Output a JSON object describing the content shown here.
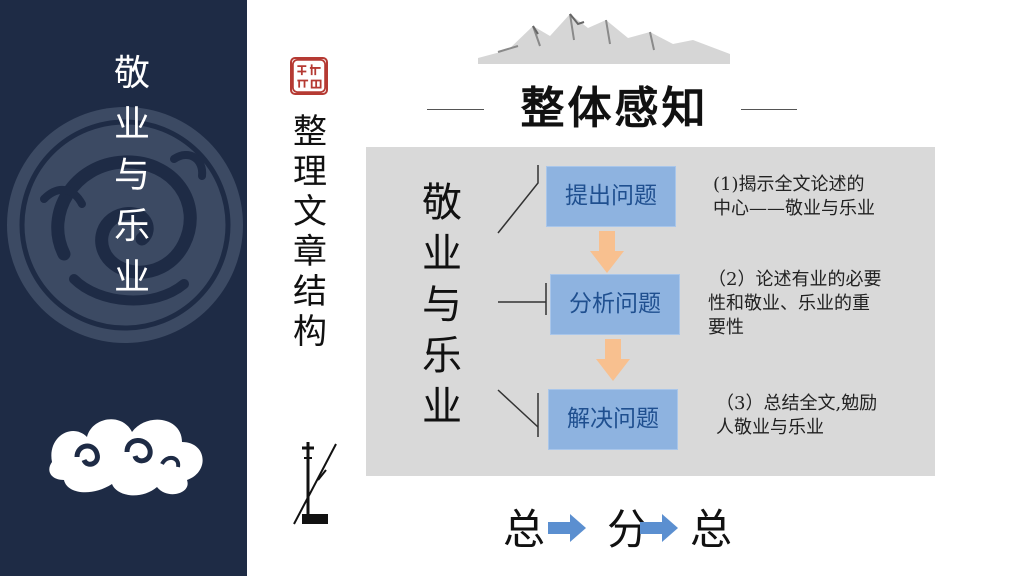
{
  "sidebar": {
    "title": "敬业与乐业"
  },
  "section": {
    "title": "整理文章结构"
  },
  "header": {
    "title": "整体感知"
  },
  "diagram": {
    "theme": "敬业与乐业",
    "steps": [
      {
        "label": "提出问题",
        "desc": "(1)揭示全文论述的\n中心——敬业与乐业"
      },
      {
        "label": "分析问题",
        "desc": "（2）论述有业的必要\n性和敬业、乐业的重\n要性"
      },
      {
        "label": "解决问题",
        "desc": "（3）总结全文,勉励\n人敬业与乐业"
      }
    ]
  },
  "flow": {
    "words": [
      "总",
      "分",
      "总"
    ]
  },
  "colors": {
    "sidebar_bg": "#1e2b45",
    "panel_bg": "#d9d9d9",
    "step_box": "#8eb3e0",
    "orange_arrow": "#f8c08f",
    "blue_arrow": "#5b8fd0",
    "seal_red": "#b53a33"
  },
  "icons": {
    "seal": "chinese-seal-icon",
    "dragon": "dragon-emblem-icon",
    "cloud": "auspicious-cloud-icon",
    "mountains": "ink-mountain-icon",
    "erhu": "erhu-instrument-icon"
  }
}
